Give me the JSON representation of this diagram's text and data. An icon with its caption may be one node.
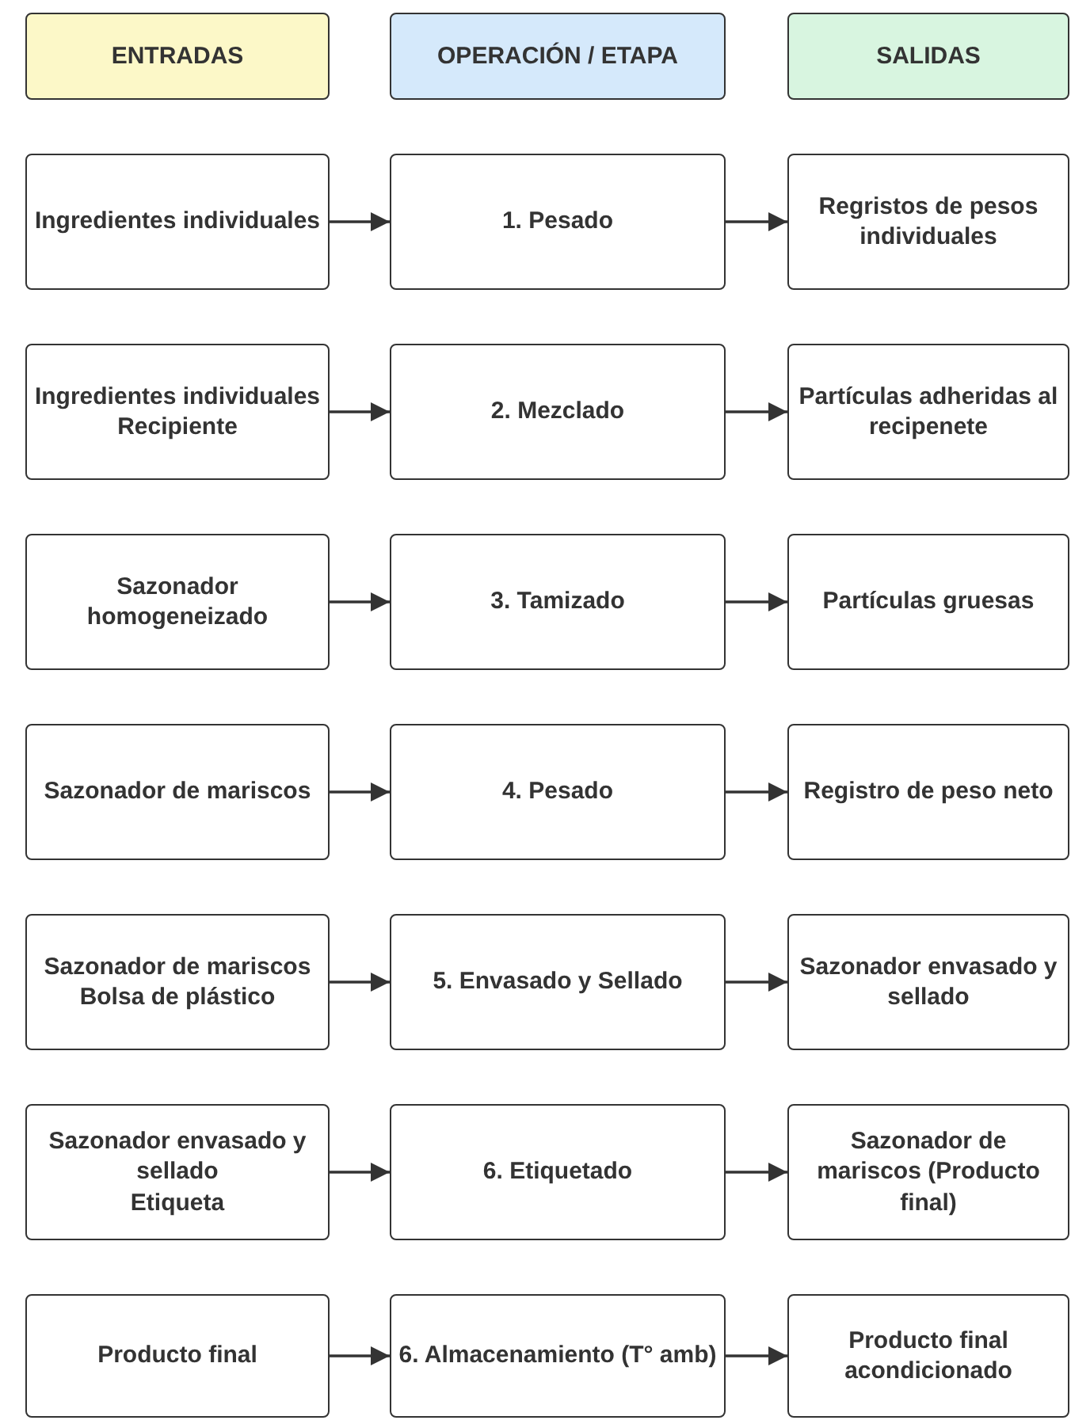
{
  "diagram": {
    "nodes": [
      {
        "text": [
          "ENTRADAS"
        ]
      },
      {
        "text": [
          "OPERACIÓN / ETAPA"
        ]
      },
      {
        "text": [
          "SALIDAS"
        ]
      },
      {
        "text": [
          "Ingredientes individuales"
        ]
      },
      {
        "text": [
          "1. Pesado"
        ]
      },
      {
        "text": [
          "Regristos de pesos individuales"
        ]
      },
      {
        "text": [
          "Ingredientes individuales",
          "Recipiente"
        ]
      },
      {
        "text": [
          "2. Mezclado"
        ]
      },
      {
        "text": [
          "Partículas adheridas al recipenete"
        ]
      },
      {
        "text": [
          "Sazonador homogeneizado"
        ]
      },
      {
        "text": [
          "3. Tamizado"
        ]
      },
      {
        "text": [
          "Partículas gruesas"
        ]
      },
      {
        "text": [
          "Sazonador de mariscos"
        ]
      },
      {
        "text": [
          "4. Pesado"
        ]
      },
      {
        "text": [
          "Registro de peso neto"
        ]
      },
      {
        "text": [
          "Sazonador de mariscos",
          "Bolsa de plástico"
        ]
      },
      {
        "text": [
          "5. Envasado y Sellado"
        ]
      },
      {
        "text": [
          "Sazonador envasado y sellado"
        ]
      },
      {
        "text": [
          "Sazonador envasado y sellado",
          "Etiqueta"
        ]
      },
      {
        "text": [
          "6. Etiquetado"
        ]
      },
      {
        "text": [
          "Sazonador de mariscos (Producto final)"
        ]
      },
      {
        "text": [
          "Producto final"
        ]
      },
      {
        "text": [
          "6. Almacenamiento (T° amb)"
        ]
      },
      {
        "text": [
          "Producto final acondicionado"
        ]
      }
    ],
    "edges": [
      {
        "from": 3,
        "to": 4,
        "arrow": "to"
      },
      {
        "from": 4,
        "to": 5,
        "arrow": "to"
      },
      {
        "from": 6,
        "to": 7,
        "arrow": "to"
      },
      {
        "from": 7,
        "to": 8,
        "arrow": "to"
      },
      {
        "from": 9,
        "to": 10,
        "arrow": "to"
      },
      {
        "from": 10,
        "to": 11,
        "arrow": "to"
      },
      {
        "from": 12,
        "to": 13,
        "arrow": "to"
      },
      {
        "from": 13,
        "to": 14,
        "arrow": "to"
      },
      {
        "from": 15,
        "to": 16,
        "arrow": "to"
      },
      {
        "from": 16,
        "to": 17,
        "arrow": "to"
      },
      {
        "from": 18,
        "to": 19,
        "arrow": "to"
      },
      {
        "from": 19,
        "to": 20,
        "arrow": "to"
      },
      {
        "from": 21,
        "to": 22,
        "arrow": "to"
      },
      {
        "from": 22,
        "to": 23,
        "arrow": "to"
      }
    ]
  }
}
